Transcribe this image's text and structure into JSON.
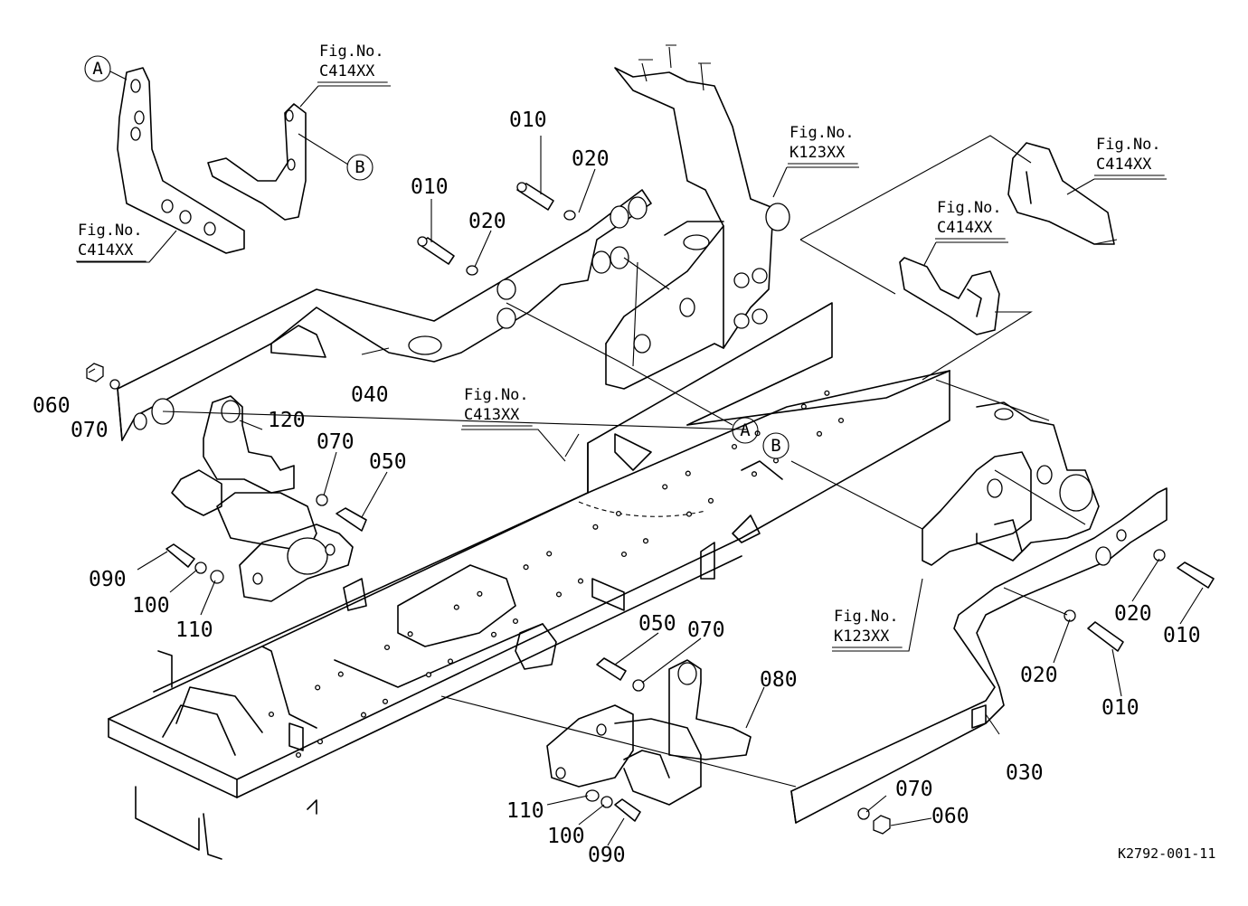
{
  "diagram": {
    "drawing_code": "K2792-001-11",
    "figure_refs": {
      "topleft": "Fig.No.\nC414XX",
      "bottomleft": "Fig.No.\nC414XX",
      "center_upper": "Fig.No.\nK123XX",
      "farright": "Fig.No.\nC414XX",
      "right_mid": "Fig.No.\nC414XX",
      "center": "Fig.No.\nC413XX",
      "right_lower": "Fig.No.\nK123XX"
    },
    "markers": {
      "a_left": "A",
      "b_left": "B",
      "a_center": "A",
      "b_center": "B"
    },
    "part_labels": {
      "p010_a": "010",
      "p010_b": "010",
      "p020_a": "020",
      "p020_b": "020",
      "p040": "040",
      "p060_a": "060",
      "p070_a": "070",
      "p120": "120",
      "p070_b": "070",
      "p050_a": "050",
      "p090_a": "090",
      "p100_a": "100",
      "p110_a": "110",
      "p050_b": "050",
      "p070_c": "070",
      "p080": "080",
      "p110_b": "110",
      "p100_b": "100",
      "p090_b": "090",
      "p070_d": "070",
      "p060_b": "060",
      "p030": "030",
      "p020_c": "020",
      "p010_c": "010",
      "p020_d": "020",
      "p010_d": "010"
    }
  }
}
